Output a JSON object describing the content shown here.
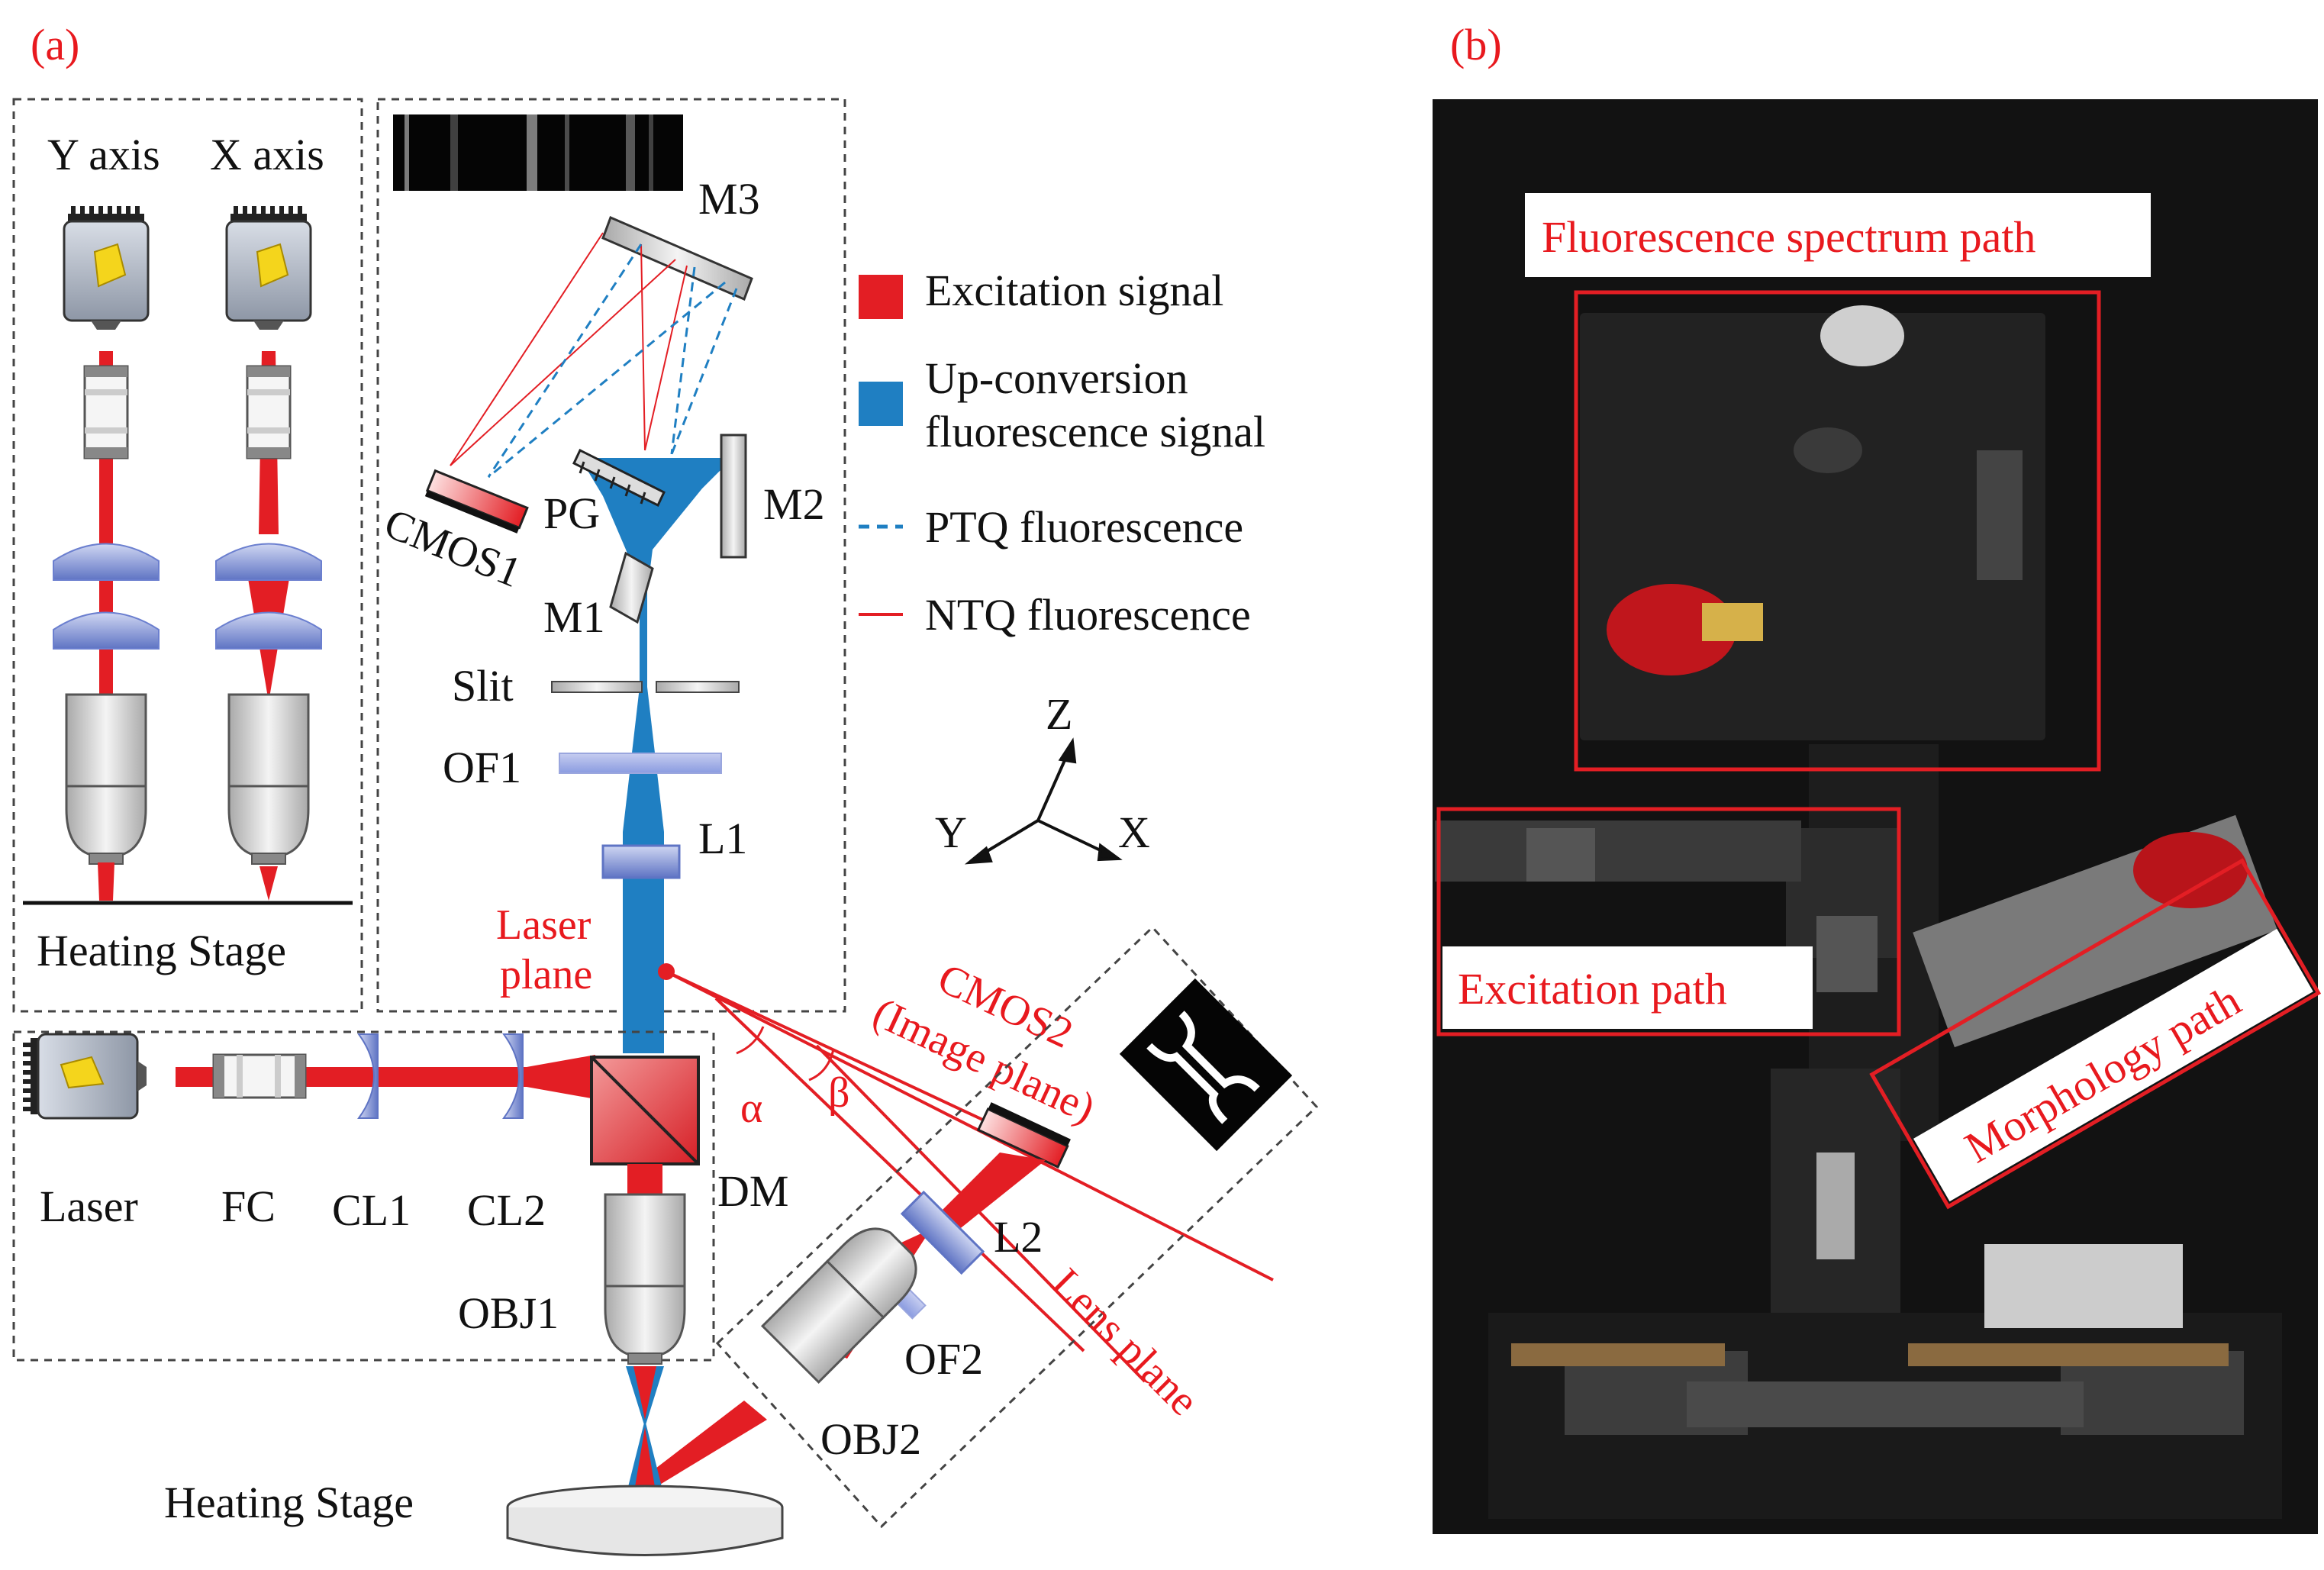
{
  "panel_a": {
    "tag": "(a)",
    "axes_box": {
      "y_axis": "Y axis",
      "x_axis": "X axis",
      "stage": "Heating Stage"
    },
    "spectrometer": {
      "M3": "M3",
      "M2": "M2",
      "M1": "M1",
      "PG": "PG",
      "CMOS1": "CMOS1",
      "Slit": "Slit",
      "OF1": "OF1",
      "L1": "L1"
    },
    "legend": {
      "excitation": "Excitation signal",
      "upconv_1": "Up-conversion",
      "upconv_2": "fluorescence signal",
      "ptq": "PTQ fluorescence",
      "ntq": "NTQ fluorescence"
    },
    "coords": {
      "z": "Z",
      "y": "Y",
      "x": "X"
    },
    "laser_plane_1": "Laser",
    "laser_plane_2": "plane",
    "cmos2_1": "CMOS2",
    "cmos2_2": "(Image plane)",
    "alpha": "α",
    "beta": "β",
    "lens_plane": "Lens plane",
    "excitation_box": {
      "laser": "Laser",
      "fc": "FC",
      "cl1": "CL1",
      "cl2": "CL2",
      "dm": "DM",
      "obj1": "OBJ1"
    },
    "L2": "L2",
    "OF2": "OF2",
    "OBJ2": "OBJ2",
    "bottom_stage": "Heating Stage"
  },
  "panel_b": {
    "tag": "(b)",
    "labels": {
      "fluorescence": "Fluorescence spectrum path",
      "excitation": "Excitation path",
      "morphology": "Morphology path"
    }
  },
  "colors": {
    "red": "#e31e24",
    "blue": "#1f7fc2",
    "label_red": "#e8191e"
  }
}
